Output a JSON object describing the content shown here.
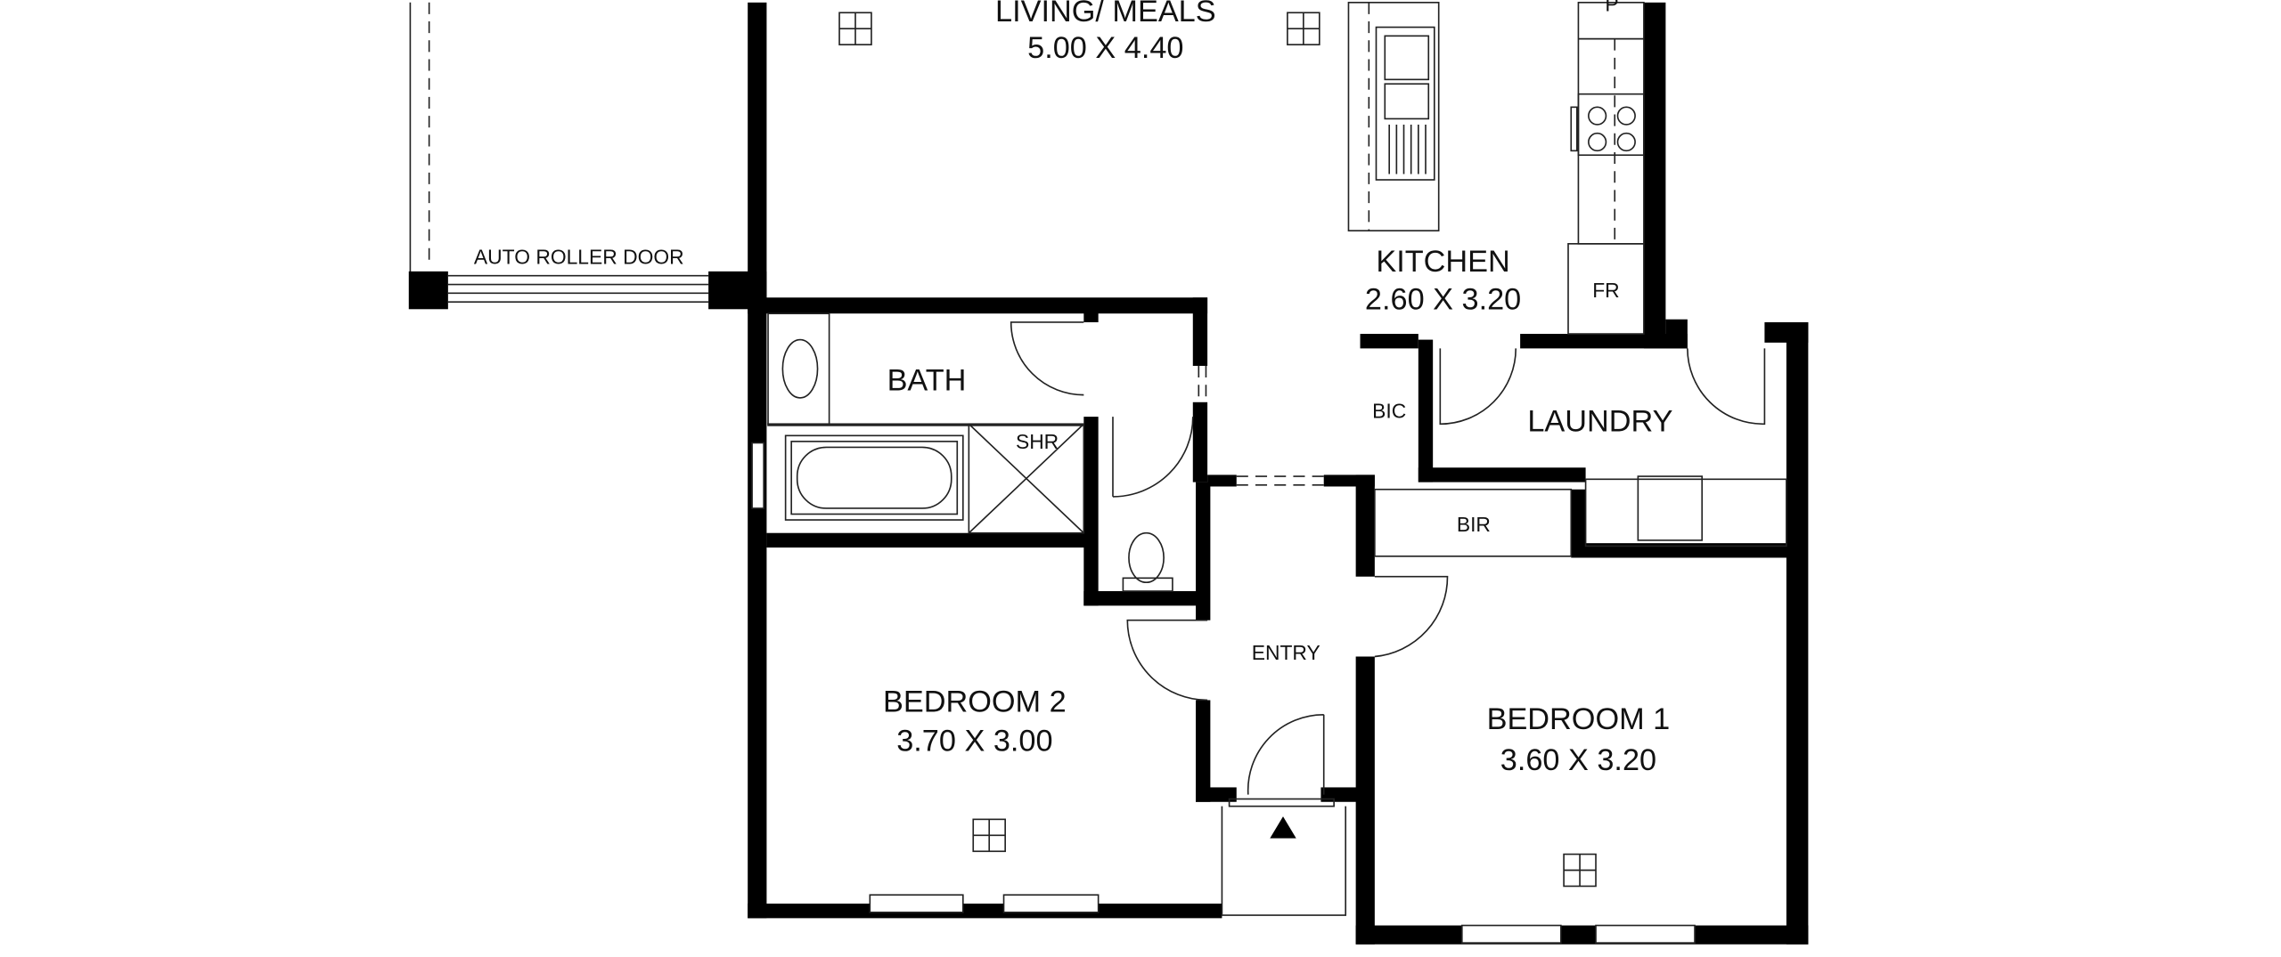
{
  "rooms": {
    "living": {
      "name": "LIVING/ MEALS",
      "size": "5.00 X 4.40"
    },
    "kitchen": {
      "name": "KITCHEN",
      "size": "2.60 X 3.20"
    },
    "bath": {
      "name": "BATH"
    },
    "shower": {
      "name": "SHR"
    },
    "laundry": {
      "name": "LAUNDRY"
    },
    "bic": {
      "name": "BIC"
    },
    "bir": {
      "name": "BIR"
    },
    "entry": {
      "name": "ENTRY"
    },
    "bedroom2": {
      "name": "BEDROOM 2",
      "size": "3.70 X 3.00"
    },
    "bedroom1": {
      "name": "BEDROOM 1",
      "size": "3.60 X 3.20"
    },
    "fridge": {
      "name": "FR"
    },
    "pantry": {
      "name": "P"
    }
  },
  "garage": {
    "door_label": "AUTO ROLLER DOOR"
  }
}
